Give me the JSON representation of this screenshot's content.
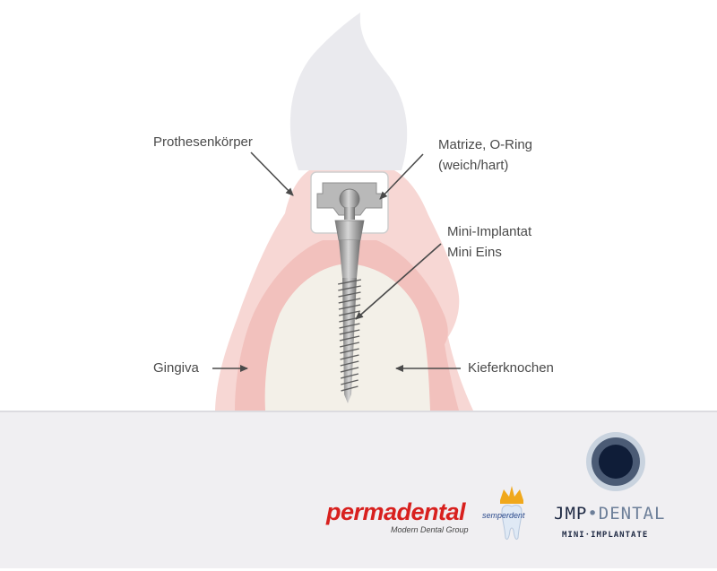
{
  "labels": {
    "prothesenkoerper": "Prothesenkörper",
    "matrize_line1": "Matrize, O-Ring",
    "matrize_line2": "(weich/hart)",
    "implantat_line1": "Mini-Implantat",
    "implantat_line2": "Mini Eins",
    "gingiva": "Gingiva",
    "kieferknochen": "Kieferknochen"
  },
  "logos": {
    "permadental": {
      "name": "permadental",
      "partner": "semperdent",
      "tagline": "Modern Dental Group"
    },
    "jmp": {
      "name_part1": "JMP",
      "separator": "•",
      "name_part2": "DENTAL",
      "tagline": "MINI·IMPLANTATE"
    }
  },
  "colors": {
    "tooth": "#eaeaee",
    "gingiva": "#f5cfcc",
    "bone": "#f3f0e8",
    "implant": "#9a9a9a",
    "arrow": "#4a4a4a",
    "footer": "#f0eff2",
    "permadental_red": "#d8201e",
    "jmp_navy": "#1f2a44"
  }
}
